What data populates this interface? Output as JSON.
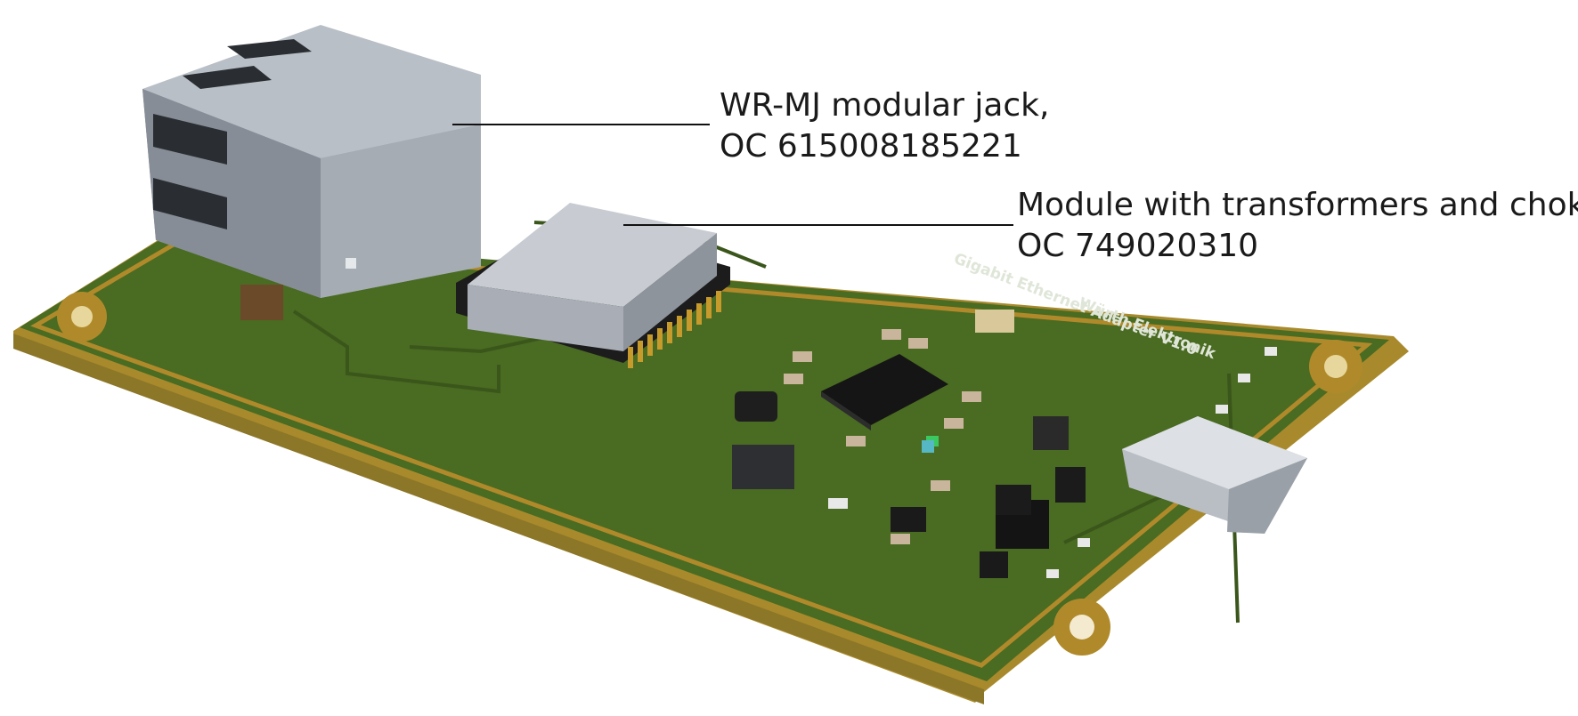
{
  "image": {
    "callouts": [
      {
        "name": "jack",
        "lines": [
          "WR-MJ modular jack,",
          "OC 615008185221"
        ]
      },
      {
        "name": "module",
        "lines": [
          "Module with transformers and chokes,",
          "OC 749020310"
        ]
      }
    ],
    "silkscreen": {
      "title": "Gigabit Ethernet Adapter V1.0",
      "maker": "Würth Elektronik"
    },
    "colors": {
      "pcb": "#4a6b22",
      "pcb_dark": "#3a561a",
      "pcb_edge": "#b08a2a",
      "metal": "#9aa1aa",
      "metal_light": "#c9ced4",
      "chip": "#151515"
    }
  }
}
